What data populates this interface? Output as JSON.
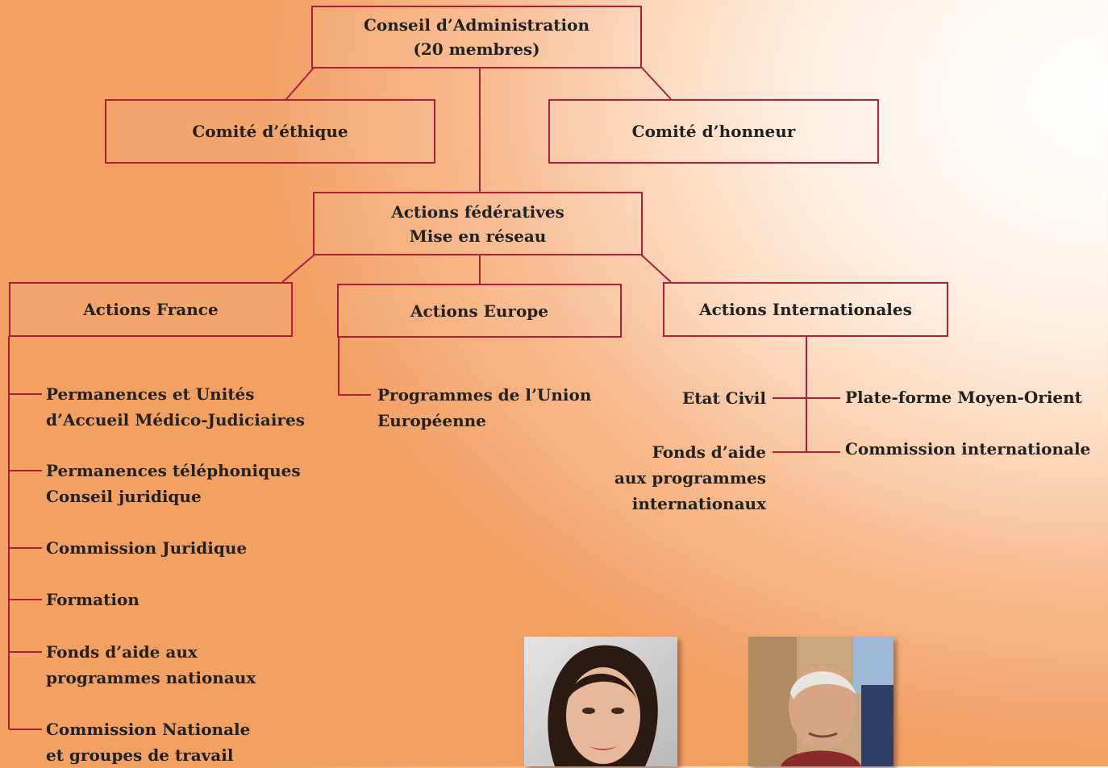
{
  "boxes": {
    "conseil": [
      "Conseil d’Administration",
      "(20 membres)"
    ],
    "ethique": "Comité d’éthique",
    "honneur": "Comité d’honneur",
    "federatives": [
      "Actions fédératives",
      "Mise en réseau"
    ],
    "france": "Actions France",
    "europe": "Actions Europe",
    "internationales": "Actions Internationales"
  },
  "france_items": [
    [
      "Permanences et Unités",
      "d’Accueil Médico-Judiciaires"
    ],
    [
      "Permanences téléphoniques",
      "Conseil juridique"
    ],
    [
      "Commission Juridique"
    ],
    [
      "Formation"
    ],
    [
      "Fonds d’aide aux",
      "programmes nationaux"
    ],
    [
      "Commission Nationale",
      "et groupes de travail"
    ]
  ],
  "europe_items": [
    [
      "Programmes de l’Union",
      "Européenne"
    ]
  ],
  "international_left": [
    [
      "Etat Civil"
    ],
    [
      "Fonds d’aide",
      "aux programmes",
      "internationaux"
    ]
  ],
  "international_right": [
    [
      "Plate-forme Moyen-Orient"
    ],
    [
      "Commission internationale"
    ]
  ],
  "colors": {
    "line": "#b01e3c",
    "accent_bg": "#f3a063"
  },
  "photos": [
    "woman-portrait",
    "elderly-man-portrait"
  ]
}
